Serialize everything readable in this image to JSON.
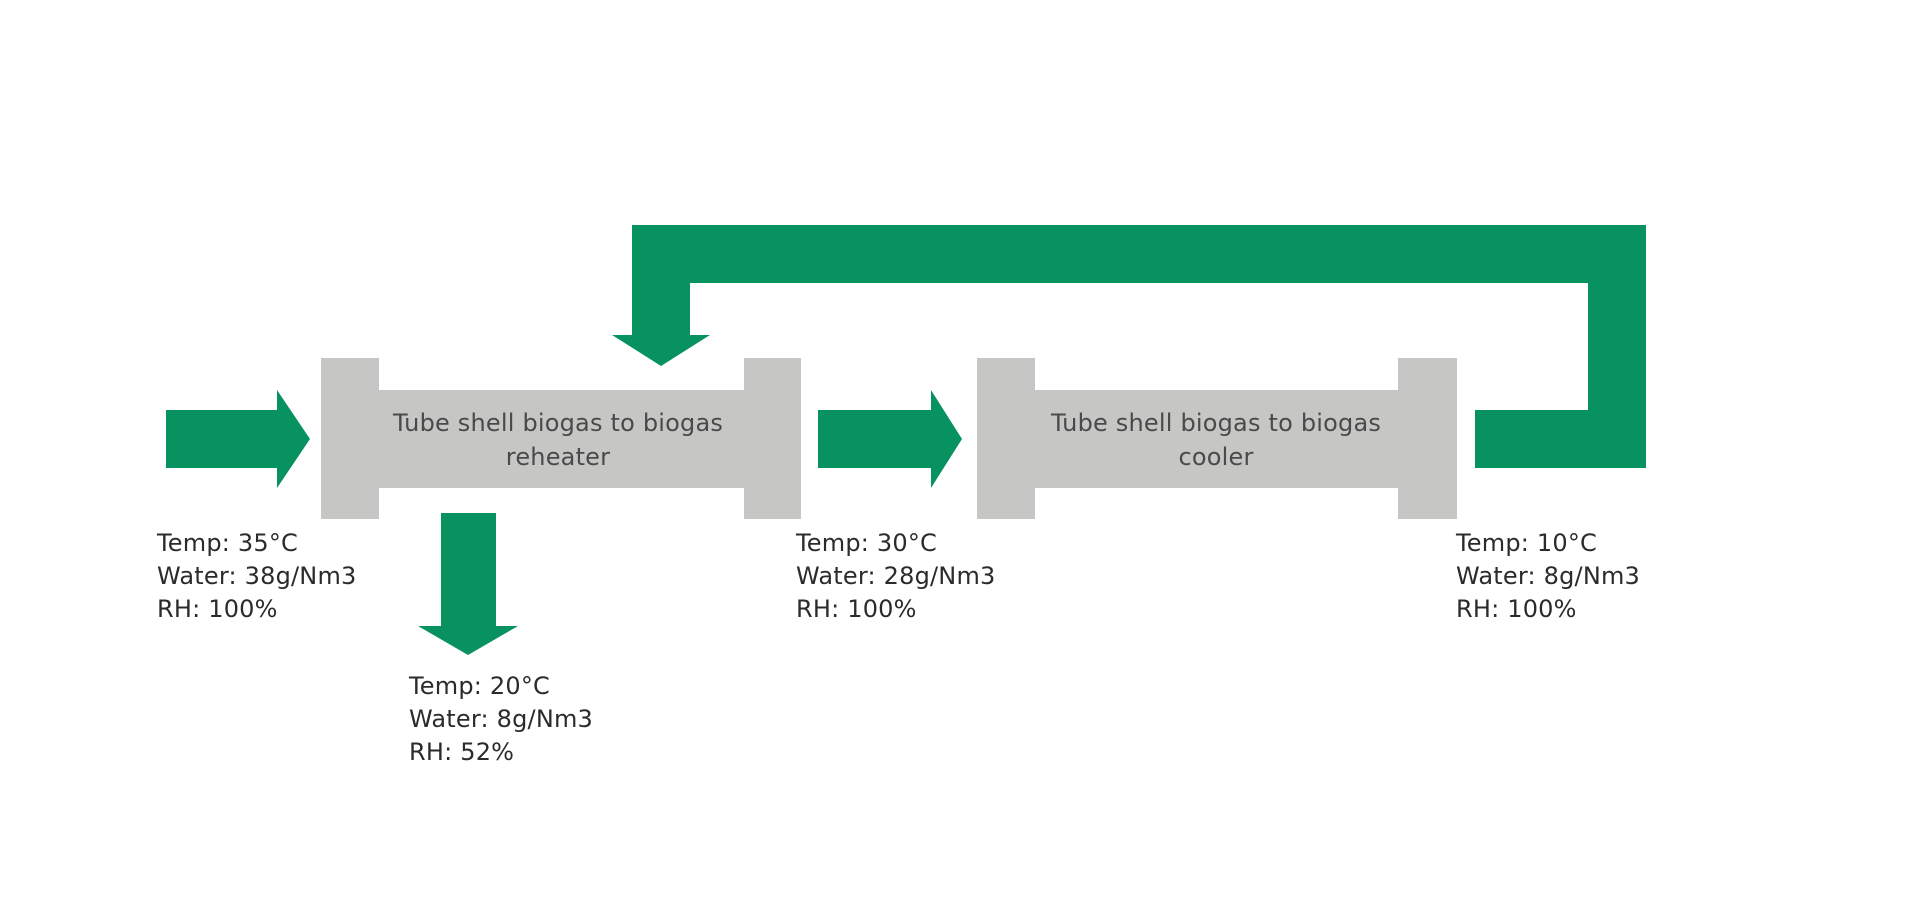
{
  "colors": {
    "flow_arrow": "#079260",
    "exchanger": "#c6c6c4",
    "text": "#2b2b2b",
    "label_text": "#4a4a4a",
    "background": "#ffffff"
  },
  "exchangers": {
    "reheater": {
      "line1": "Tube shell biogas to biogas",
      "line2": "reheater"
    },
    "cooler": {
      "line1": "Tube shell biogas to biogas",
      "line2": "cooler"
    }
  },
  "states": {
    "inlet": {
      "temp": "Temp: 35°C",
      "water": "Water: 38g/Nm3",
      "rh": "RH: 100%"
    },
    "reheater_out": {
      "temp": "Temp: 20°C",
      "water": "Water: 8g/Nm3",
      "rh": "RH: 52%"
    },
    "cooler_in": {
      "temp": "Temp: 30°C",
      "water": "Water: 28g/Nm3",
      "rh": "RH: 100%"
    },
    "cooler_out": {
      "temp": "Temp: 10°C",
      "water": "Water: 8g/Nm3",
      "rh": "RH: 100%"
    }
  }
}
